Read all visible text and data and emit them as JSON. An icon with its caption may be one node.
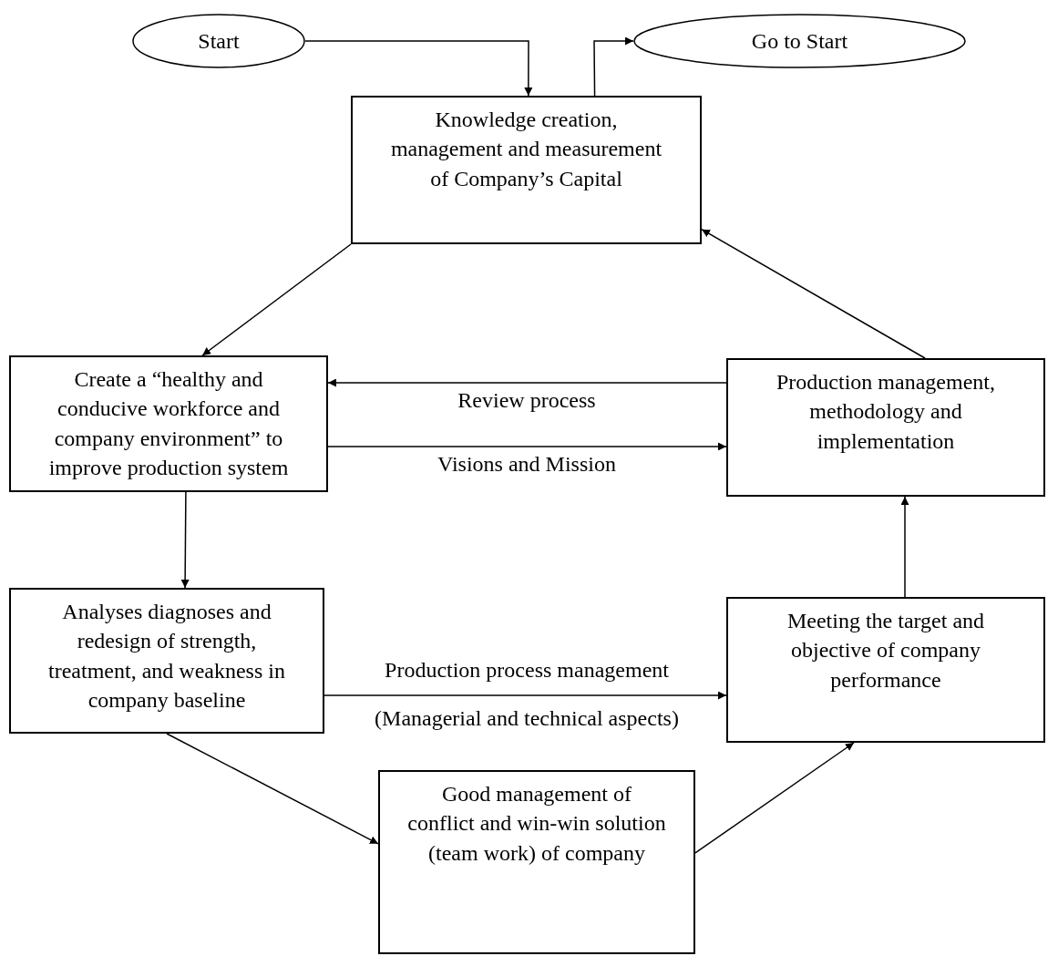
{
  "diagram": {
    "nodes": [
      {
        "text": [
          "Start"
        ]
      },
      {
        "text": [
          "Go to Start"
        ]
      },
      {
        "text": [
          "Knowledge creation, management and measurement of Company’s Capital"
        ]
      },
      {
        "text": [
          "Create a “healthy and conducive workforce and company environment” to improve production system"
        ]
      },
      {
        "text": [
          "Production management, methodology and implementation"
        ]
      },
      {
        "text": [
          "Analyses diagnoses and redesign of strength, treatment, and weakness in company baseline"
        ]
      },
      {
        "text": [
          "Meeting the target and objective of company performance"
        ]
      },
      {
        "text": [
          "Good management of conflict and win-win solution (team work) of company"
        ]
      }
    ],
    "edges": [
      {
        "from": 0,
        "to": 2,
        "arrow": "to"
      },
      {
        "from": 2,
        "to": 1,
        "arrow": "to"
      },
      {
        "from": 2,
        "to": 3,
        "arrow": "to"
      },
      {
        "from": 4,
        "to": 2,
        "arrow": "to"
      },
      {
        "from": 4,
        "to": 3,
        "arrow": "to",
        "label": "Review process"
      },
      {
        "from": 3,
        "to": 4,
        "arrow": "to",
        "label": "Visions and Mission"
      },
      {
        "from": 3,
        "to": 5,
        "arrow": "to"
      },
      {
        "from": 5,
        "to": 6,
        "arrow": "to",
        "label": "Production process management"
      },
      {
        "from": 6,
        "to": 4,
        "arrow": "to"
      },
      {
        "from": 5,
        "to": 7,
        "arrow": "to"
      },
      {
        "from": 7,
        "to": 6,
        "arrow": "to"
      }
    ],
    "labels": [
      "(Managerial and technical aspects)"
    ]
  }
}
